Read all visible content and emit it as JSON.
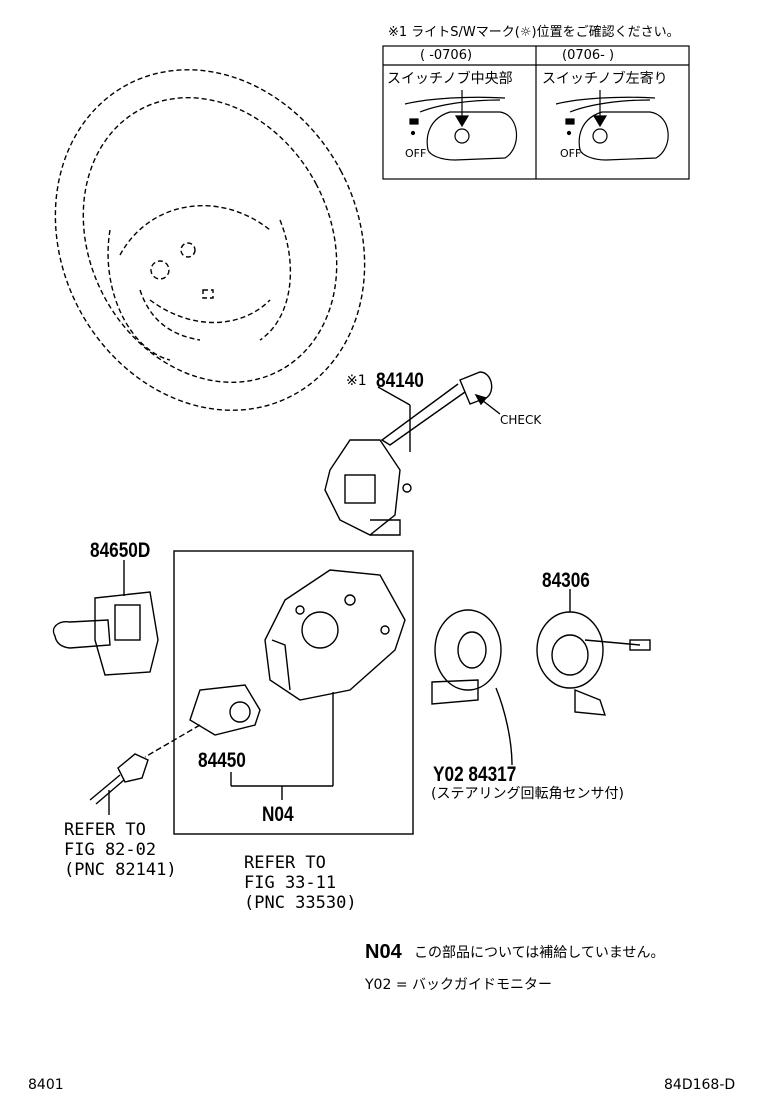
{
  "header_note": "※1 ライトS/Wマーク(☼)位置をご確認ください。",
  "table": {
    "col1_range": "(  -0706)",
    "col2_range": "(0706-   )",
    "col1_desc": "スイッチノブ中央部",
    "col2_desc": "スイッチノブ左寄り",
    "off_label": "OFF"
  },
  "parts": {
    "p84140_mark": "※1",
    "p84140": "84140",
    "check": "CHECK",
    "p84650d": "84650D",
    "p84306": "84306",
    "p84450": "84450",
    "n04": "N04",
    "y02_84317": "Y02 84317",
    "y02_desc": "(ステアリング回転角センサ付)"
  },
  "refs": {
    "ref1": [
      "REFER TO",
      "FIG 82-02",
      "(PNC 82141)"
    ],
    "ref2": [
      "REFER TO",
      "FIG 33-11",
      "(PNC 33530)"
    ]
  },
  "notes": {
    "n04_code": "N04",
    "n04_text": "この部品については補給していません。",
    "y02_text": "Y02 = バックガイドモニター"
  },
  "footer": {
    "left": "8401",
    "right": "84D168-D"
  }
}
